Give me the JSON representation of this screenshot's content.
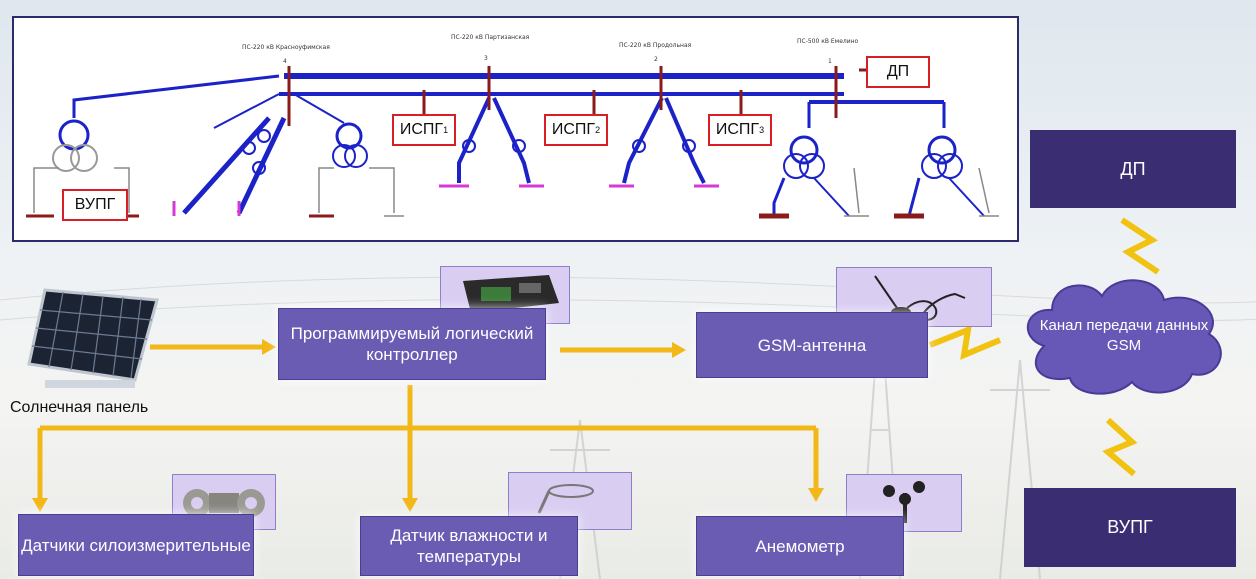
{
  "schema": {
    "substations": [
      {
        "name": "ПС-220 кВ Красноуфимская",
        "num": "4"
      },
      {
        "name": "ПС-220 кВ Партизанская",
        "num": "3"
      },
      {
        "name": "ПС-220 кВ Продольная",
        "num": "2"
      },
      {
        "name": "ПС-500 кВ Емелино",
        "num": "1"
      }
    ],
    "boxes": {
      "dp": "ДП",
      "vupg": "ВУПГ",
      "ispg_base": "ИСПГ",
      "ispg1_sub": "1",
      "ispg2_sub": "2",
      "ispg3_sub": "3"
    }
  },
  "blocks": {
    "controller": "Программируемый логический контроллер",
    "gsm_antenna": "GSM-антенна",
    "force_sensors": "Датчики силоизмерительные",
    "humidity_sensor": "Датчик влажности и температуры",
    "anemometer": "Анемометр",
    "dp": "ДП",
    "vupg": "ВУПГ",
    "cloud": "Канал передачи данных GSM",
    "solar": "Солнечная панель"
  },
  "colors": {
    "line_blue": "#1a22c8",
    "bus_red": "#8b1a1a",
    "arrow_yellow": "#f2b818",
    "block_purple": "#6a5bb3",
    "block_dark": "#3a2d72",
    "box_red": "#d81f26",
    "ground_magenta": "#d63ad6"
  },
  "icons": [
    "solar-panel-icon",
    "plc-device-icon",
    "antenna-icon",
    "load-cell-icon",
    "humidity-probe-icon",
    "anemometer-icon",
    "cloud-icon",
    "lightning-icon"
  ]
}
